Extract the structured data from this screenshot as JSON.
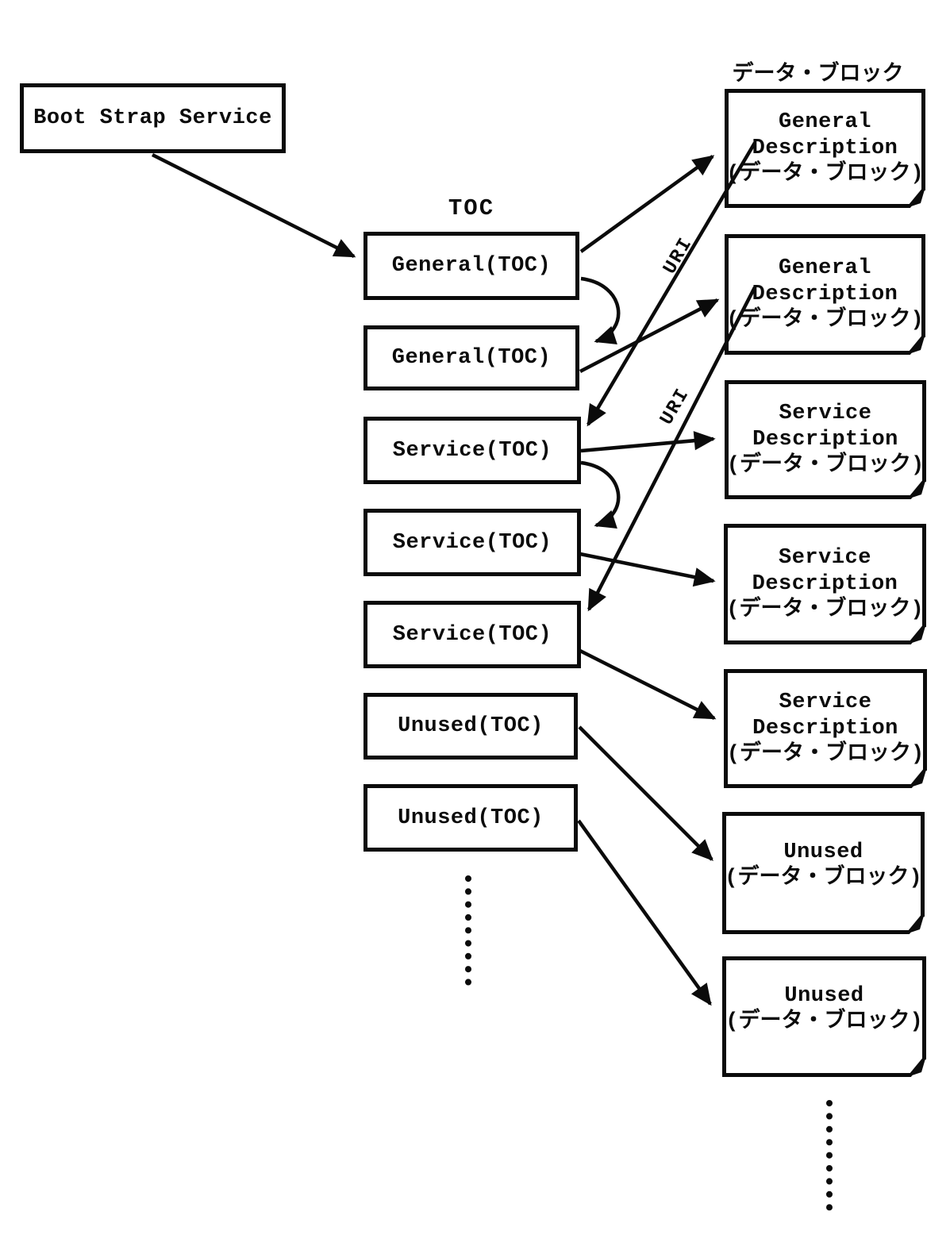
{
  "diagram": {
    "boot_box": {
      "label": "Boot Strap Service"
    },
    "toc_column": {
      "header": "TOC",
      "items": [
        {
          "label": "General(TOC)"
        },
        {
          "label": "General(TOC)"
        },
        {
          "label": "Service(TOC)"
        },
        {
          "label": "Service(TOC)"
        },
        {
          "label": "Service(TOC)"
        },
        {
          "label": "Unused(TOC)"
        },
        {
          "label": "Unused(TOC)"
        }
      ]
    },
    "data_column": {
      "header": "データ・ブロック",
      "blocks": [
        {
          "lines": [
            "General",
            "Description",
            "(データ・ブロック)"
          ]
        },
        {
          "lines": [
            "General",
            "Description",
            "(データ・ブロック)"
          ]
        },
        {
          "lines": [
            "Service",
            "Description",
            "(データ・ブロック)"
          ]
        },
        {
          "lines": [
            "Service",
            "Description",
            "(データ・ブロック)"
          ]
        },
        {
          "lines": [
            "Service",
            "Description",
            "(データ・ブロック)"
          ]
        },
        {
          "lines": [
            "Unused",
            "(データ・ブロック)"
          ]
        },
        {
          "lines": [
            "Unused",
            "(データ・ブロック)"
          ]
        }
      ]
    },
    "edge_labels": [
      "URI",
      "URI"
    ],
    "connectors": [
      {
        "from": "boot-strap-service",
        "to": "toc-1",
        "label": ""
      },
      {
        "from": "toc-1",
        "to": "data-block-1",
        "label": ""
      },
      {
        "from": "toc-1",
        "to": "toc-2",
        "label": ""
      },
      {
        "from": "toc-2",
        "to": "data-block-2",
        "label": ""
      },
      {
        "from": "data-block-1",
        "to": "toc-3",
        "label": "URI"
      },
      {
        "from": "toc-3",
        "to": "toc-4",
        "label": ""
      },
      {
        "from": "toc-3",
        "to": "data-block-3",
        "label": ""
      },
      {
        "from": "data-block-2",
        "to": "toc-5",
        "label": "URI"
      },
      {
        "from": "toc-4",
        "to": "data-block-4",
        "label": ""
      },
      {
        "from": "toc-5",
        "to": "data-block-5",
        "label": ""
      },
      {
        "from": "toc-6",
        "to": "data-block-6",
        "label": ""
      },
      {
        "from": "toc-7",
        "to": "data-block-7",
        "label": ""
      }
    ],
    "colors": {
      "ink": "#0b0b0b",
      "background": "#ffffff"
    }
  }
}
